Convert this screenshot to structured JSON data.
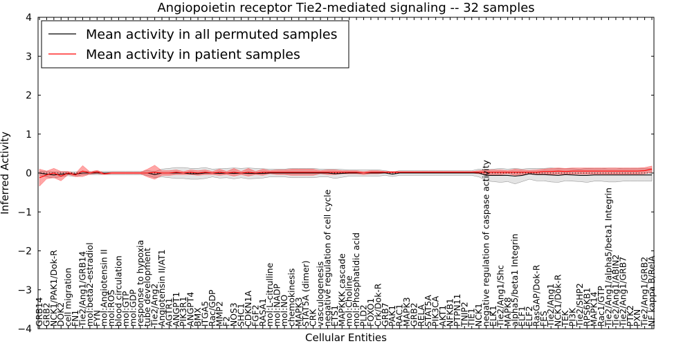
{
  "chart_data": {
    "type": "line",
    "title": "Angiopoietin receptor Tie2-mediated signaling -- 32 samples",
    "xlabel": "Cellular Entities",
    "ylabel": "Inferred Activity",
    "ylim": [
      -4,
      4
    ],
    "yticks": [
      "−4",
      "−3",
      "−2",
      "−1",
      "0",
      "1",
      "2",
      "3",
      "4"
    ],
    "legend": {
      "placement": "top-left"
    },
    "categories": [
      "GRB14",
      "GRB2",
      "NCK1/PAK1/Dok-R",
      "DOK2",
      "cell migration",
      "FN1",
      "Tie2/Ang1/GRB14",
      "mol:beta2-estradiol",
      "FYN",
      "mol:Angiotensin II",
      "mol:ROS",
      "blood circulation",
      "mol:GTP",
      "mol:GDP",
      "response to hypoxia",
      "tube development",
      "Tie2/Ang2",
      "Angiotensin II/AT1",
      "AGTR1",
      "ANGPT1",
      "PIK3R1",
      "ANGPT4",
      "BMX",
      "ITGA5",
      "Rac/GDP",
      "MMP2",
      "F2",
      "NOS3",
      "SHC1",
      "CDKN1A",
      "FGF2",
      "RASA1",
      "mol:L-citrulline",
      "mol:NADP",
      "mol:NO",
      "chemokinesis",
      "MAPK3",
      "STAT5A (dimer)",
      "CRK",
      "vasculogenesis",
      "negative regulation of cell cycle",
      "ETS1",
      "MAPKKK cascade",
      "mol:Choline",
      "mol:Phosphatidic acid",
      "PLD2",
      "FOXO1",
      "Crk/Dok-R",
      "GRB7",
      "PAK1",
      "RAC1",
      "MAPK3",
      "GRB2",
      "RELA",
      "STAT5A",
      "PIK3CA",
      "AKT1",
      "NFKB1",
      "PTPN11",
      "TNIP2",
      "TIE1",
      "NCK1",
      "negative regulation of caspase activity",
      "ELK1",
      "Tie2/Ang1/Shc",
      "MAPK8",
      "alpha5/beta1 Integrin",
      "ELF1",
      "ELF2",
      "RasGAP/Dok-R",
      "FES",
      "Tie2/Ang1",
      "NCK1/Dok-R",
      "TEK",
      "PI3K",
      "Tie2/SHP2",
      "RPS6KB1",
      "MAPK14",
      "Rac1/GTP",
      "Tie2/Ang1/alpha5/beta1 Integrin",
      "Tie2/Ang1/ABIN2",
      "Tie2/Ang1/GRB7",
      "PTK2",
      "PXN",
      "Tie2/Ang1/GRB2",
      "NF kappa B/RelA"
    ],
    "series": [
      {
        "name": "Mean activity in all permuted samples",
        "color": "#000000",
        "values": [
          0.0,
          -0.03,
          -0.05,
          -0.03,
          -0.02,
          -0.03,
          0.0,
          0.0,
          0.0,
          0.0,
          0.0,
          0.0,
          0.0,
          0.0,
          0.0,
          0.0,
          -0.04,
          0.0,
          0.0,
          0.0,
          0.0,
          -0.02,
          -0.02,
          0.0,
          0.0,
          -0.01,
          0.0,
          -0.01,
          0.0,
          -0.01,
          -0.01,
          -0.01,
          0.0,
          0.0,
          0.0,
          0.0,
          0.0,
          0.0,
          0.0,
          0.0,
          0.0,
          -0.02,
          -0.01,
          0.0,
          0.0,
          0.0,
          0.0,
          0.0,
          0.0,
          -0.03,
          0.0,
          0.0,
          0.0,
          0.0,
          0.0,
          0.0,
          0.0,
          0.0,
          0.0,
          0.0,
          0.0,
          0.0,
          -0.06,
          -0.06,
          -0.06,
          -0.06,
          -0.08,
          -0.06,
          -0.02,
          -0.04,
          -0.04,
          -0.05,
          -0.06,
          -0.04,
          -0.05,
          -0.06,
          -0.06,
          -0.05,
          -0.05,
          -0.05,
          -0.05,
          -0.05,
          -0.05,
          -0.05,
          -0.05,
          -0.05
        ],
        "band": [
          0.05,
          0.07,
          0.08,
          0.06,
          0.05,
          0.06,
          0.04,
          0.04,
          0.04,
          0.04,
          0.04,
          0.04,
          0.04,
          0.04,
          0.04,
          0.06,
          0.08,
          0.1,
          0.12,
          0.14,
          0.14,
          0.14,
          0.14,
          0.14,
          0.1,
          0.12,
          0.12,
          0.14,
          0.12,
          0.14,
          0.13,
          0.12,
          0.1,
          0.1,
          0.1,
          0.12,
          0.12,
          0.12,
          0.12,
          0.1,
          0.1,
          0.12,
          0.1,
          0.08,
          0.08,
          0.08,
          0.08,
          0.08,
          0.06,
          0.06,
          0.06,
          0.06,
          0.06,
          0.06,
          0.06,
          0.06,
          0.06,
          0.06,
          0.06,
          0.06,
          0.06,
          0.1,
          0.14,
          0.16,
          0.18,
          0.16,
          0.2,
          0.16,
          0.14,
          0.16,
          0.16,
          0.18,
          0.18,
          0.16,
          0.16,
          0.16,
          0.18,
          0.16,
          0.16,
          0.18,
          0.18,
          0.16,
          0.16,
          0.16,
          0.16,
          0.16
        ]
      },
      {
        "name": "Mean activity in patient samples",
        "color": "#ff0000",
        "values": [
          -0.12,
          -0.05,
          0.0,
          -0.08,
          0.0,
          -0.05,
          0.05,
          0.0,
          0.03,
          -0.02,
          0.0,
          0.0,
          0.0,
          0.0,
          0.0,
          0.0,
          0.02,
          0.0,
          0.0,
          0.02,
          0.0,
          0.02,
          0.0,
          0.02,
          0.0,
          0.02,
          0.0,
          0.02,
          0.0,
          0.02,
          0.0,
          0.02,
          0.02,
          0.02,
          0.02,
          0.02,
          0.02,
          0.02,
          0.02,
          0.02,
          0.02,
          0.02,
          0.02,
          0.02,
          0.02,
          0.0,
          0.02,
          0.02,
          0.02,
          0.02,
          0.02,
          0.02,
          0.02,
          0.02,
          0.02,
          0.02,
          0.02,
          0.02,
          0.02,
          0.02,
          0.02,
          0.02,
          0.02,
          0.02,
          0.02,
          0.02,
          0.02,
          0.02,
          0.02,
          0.02,
          0.04,
          0.04,
          0.05,
          0.04,
          0.05,
          0.05,
          0.05,
          0.05,
          0.05,
          0.05,
          0.05,
          0.05,
          0.05,
          0.05,
          0.06,
          0.1
        ],
        "band": [
          0.22,
          0.1,
          0.12,
          0.12,
          0.04,
          0.04,
          0.14,
          0.03,
          0.04,
          0.02,
          0.02,
          0.02,
          0.02,
          0.02,
          0.02,
          0.1,
          0.18,
          0.06,
          0.06,
          0.06,
          0.04,
          0.06,
          0.06,
          0.06,
          0.04,
          0.08,
          0.04,
          0.1,
          0.04,
          0.1,
          0.04,
          0.08,
          0.04,
          0.06,
          0.06,
          0.08,
          0.08,
          0.08,
          0.08,
          0.04,
          0.06,
          0.06,
          0.04,
          0.04,
          0.04,
          0.04,
          0.04,
          0.04,
          0.02,
          0.02,
          0.02,
          0.02,
          0.02,
          0.02,
          0.02,
          0.02,
          0.02,
          0.02,
          0.02,
          0.02,
          0.02,
          0.04,
          0.06,
          0.06,
          0.06,
          0.04,
          0.08,
          0.06,
          0.05,
          0.06,
          0.06,
          0.08,
          0.08,
          0.08,
          0.08,
          0.08,
          0.08,
          0.08,
          0.08,
          0.08,
          0.08,
          0.08,
          0.08,
          0.08,
          0.08,
          0.08
        ]
      }
    ]
  }
}
